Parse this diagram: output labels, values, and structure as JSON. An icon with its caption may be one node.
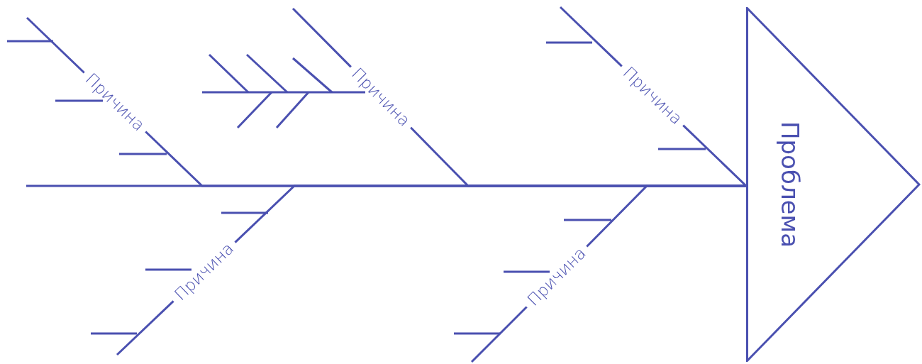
{
  "diagram": {
    "nodes": [
      {
        "text": [
          "Причина"
        ]
      },
      {
        "text": [
          "Причина"
        ]
      },
      {
        "text": [
          "Причина"
        ]
      },
      {
        "text": [
          "Причина"
        ]
      },
      {
        "text": [
          "Причина"
        ]
      },
      {
        "text": [
          "Проблема"
        ]
      }
    ],
    "edges": [
      {
        "from": 0,
        "to": 5,
        "arrow": "none"
      },
      {
        "from": 1,
        "to": 5,
        "arrow": "none"
      },
      {
        "from": 2,
        "to": 5,
        "arrow": "none"
      },
      {
        "from": 3,
        "to": 5,
        "arrow": "none"
      },
      {
        "from": 4,
        "to": 5,
        "arrow": "none"
      }
    ]
  }
}
